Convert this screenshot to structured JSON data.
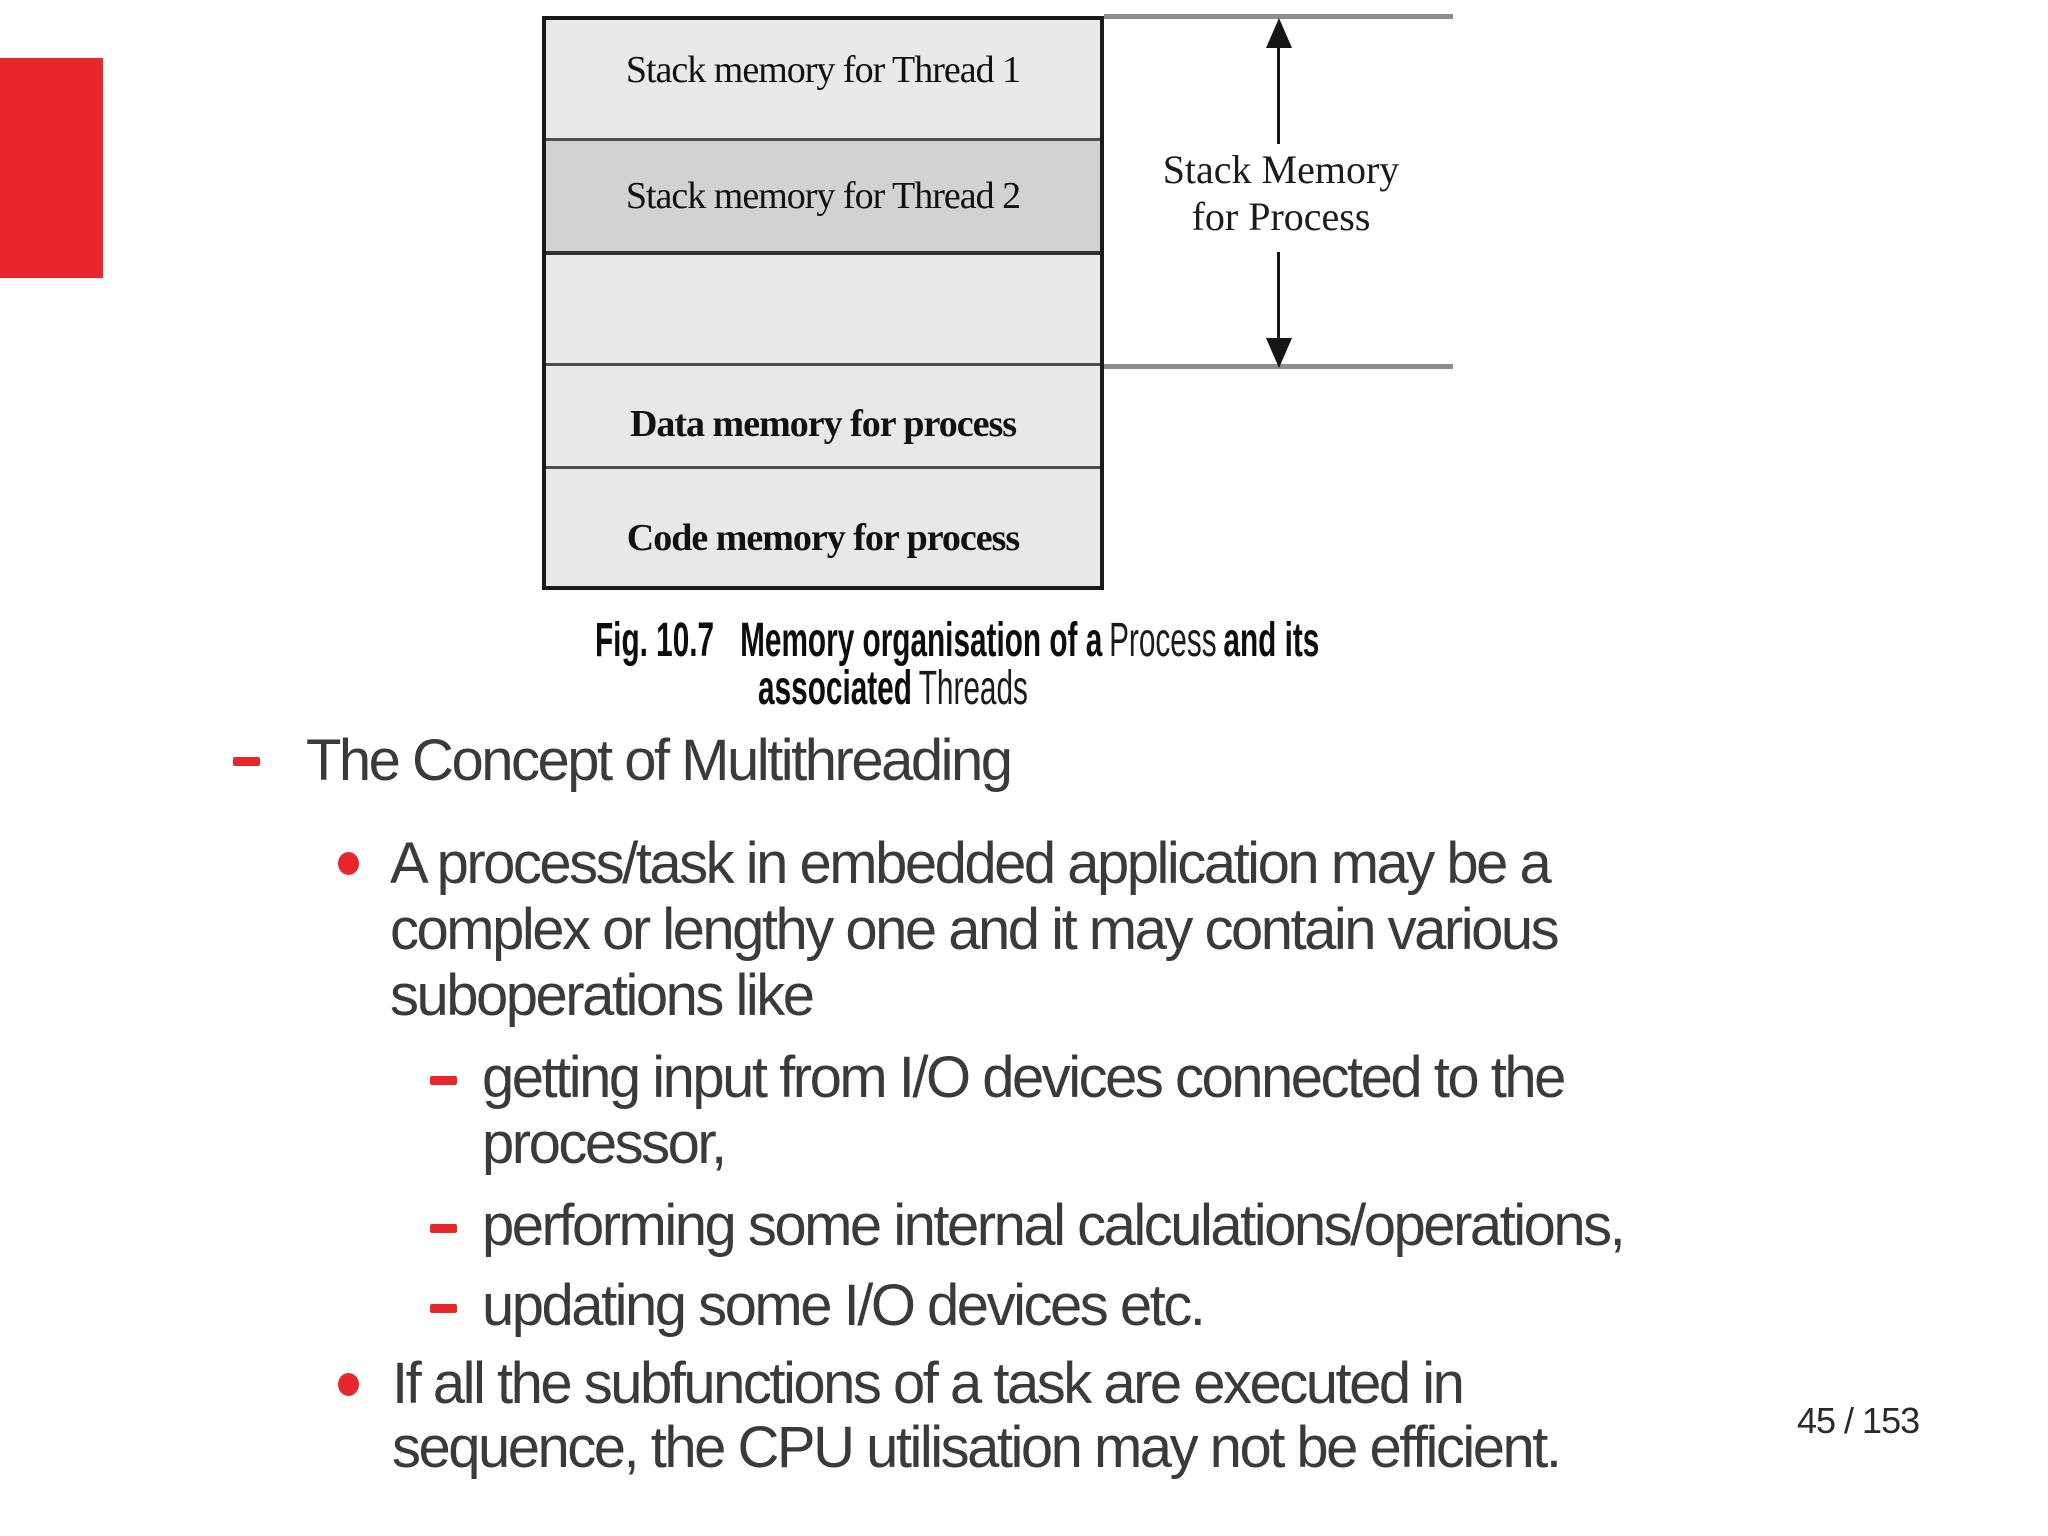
{
  "colors": {
    "accent": "#e7272c",
    "box_fill_light": "#e9e9e7",
    "box_fill_dark": "#d2d2d0",
    "box_border": "#1a1a1a",
    "extension_line_gray": "#8d8d8d",
    "body_text": "#3a3a3a"
  },
  "figure": {
    "sections": [
      {
        "label": "Stack memory for Thread 1"
      },
      {
        "label": "Stack memory for Thread 2"
      },
      {
        "label": ""
      },
      {
        "label": "Data memory for process"
      },
      {
        "label": "Code memory for process"
      }
    ],
    "annotation": {
      "line1": "Stack Memory",
      "line2": "for Process"
    },
    "caption": {
      "fig_label": "Fig. 10.7",
      "line1_bold1": "Memory organisation of a",
      "line1_light": "Process",
      "line1_bold2": "and its",
      "line2_bold": "associated",
      "line2_light": "Threads"
    }
  },
  "content": {
    "heading": "The Concept of Multithreading",
    "bullet1_lines": [
      "A process/task in embedded application may be a",
      "complex or lengthy one and it may contain various",
      "suboperations like"
    ],
    "sub1_lines": [
      "getting input from I/O devices connected to the",
      "processor,"
    ],
    "sub2_lines": [
      "performing some internal calculations/operations,"
    ],
    "sub3_lines": [
      "updating some I/O devices etc."
    ],
    "bullet2_lines": [
      "If all the subfunctions of a task are executed in",
      "sequence, the CPU utilisation may not be efficient."
    ]
  },
  "page_indicator": "45 / 153"
}
